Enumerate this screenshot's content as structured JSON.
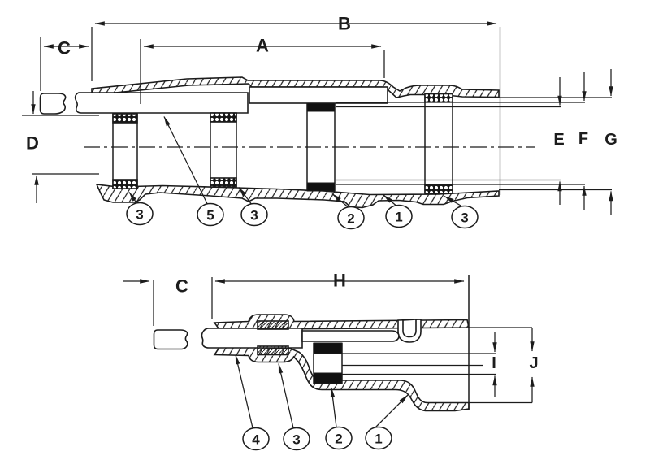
{
  "colors": {
    "ink": "#1c1c1c",
    "paper": "#ffffff",
    "solid_seal_band": "#111111"
  },
  "top_view": {
    "dimension_labels": {
      "a": "A",
      "b": "B",
      "c": "C",
      "d": "D",
      "e": "E",
      "f": "F",
      "g": "G"
    },
    "callouts": [
      "3",
      "5",
      "3",
      "2",
      "1",
      "3"
    ]
  },
  "bottom_view": {
    "dimension_labels": {
      "c": "C",
      "h": "H",
      "i": "I",
      "j": "J"
    },
    "callouts": [
      "4",
      "3",
      "2",
      "1"
    ]
  }
}
